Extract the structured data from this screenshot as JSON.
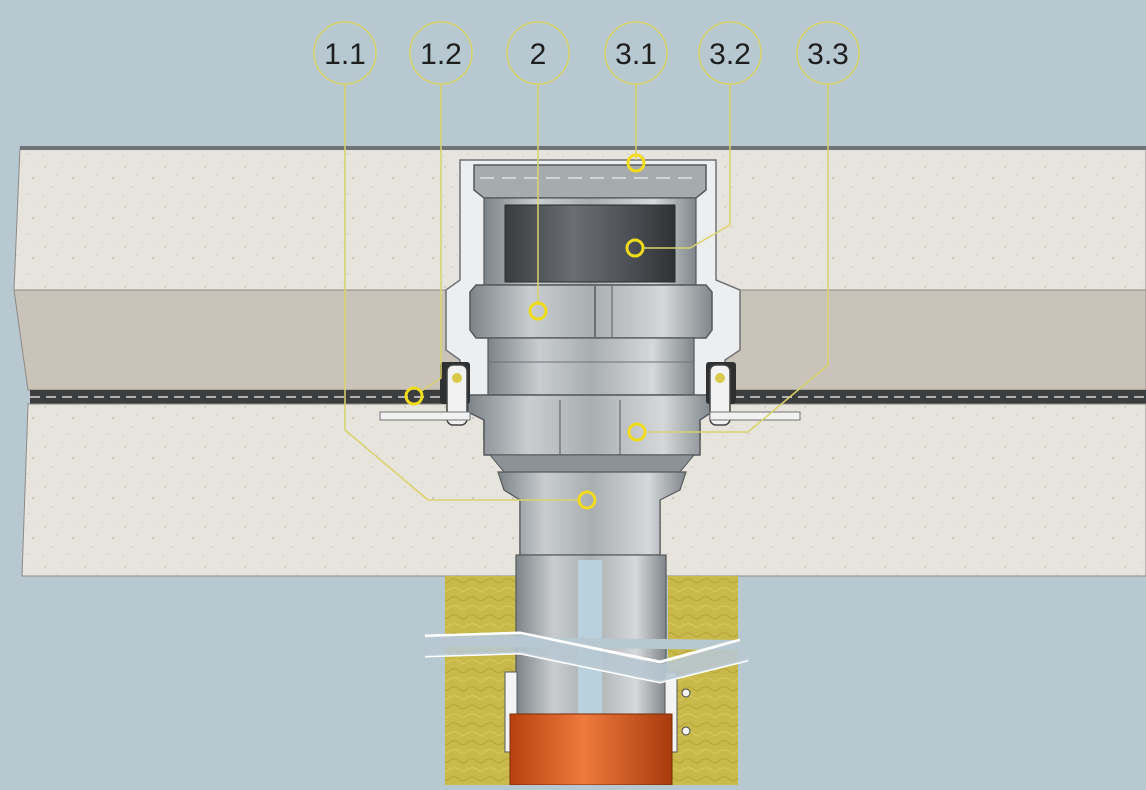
{
  "diagram": {
    "callouts": [
      {
        "id": "1.1",
        "label": "1.1"
      },
      {
        "id": "1.2",
        "label": "1.2"
      },
      {
        "id": "2",
        "label": "2"
      },
      {
        "id": "3.1",
        "label": "3.1"
      },
      {
        "id": "3.2",
        "label": "3.2"
      },
      {
        "id": "3.3",
        "label": "3.3"
      }
    ],
    "colors": {
      "background": "#b7c8d1",
      "concrete": "#e6e2dc",
      "insulation": "#c9c3ba",
      "fire_collar": "#c7b648",
      "callout_line": "#d9d36a",
      "marker": "#f0dc1a",
      "pipe_orange": "#d7561b",
      "steel_gray": "#9ea3a6"
    }
  }
}
